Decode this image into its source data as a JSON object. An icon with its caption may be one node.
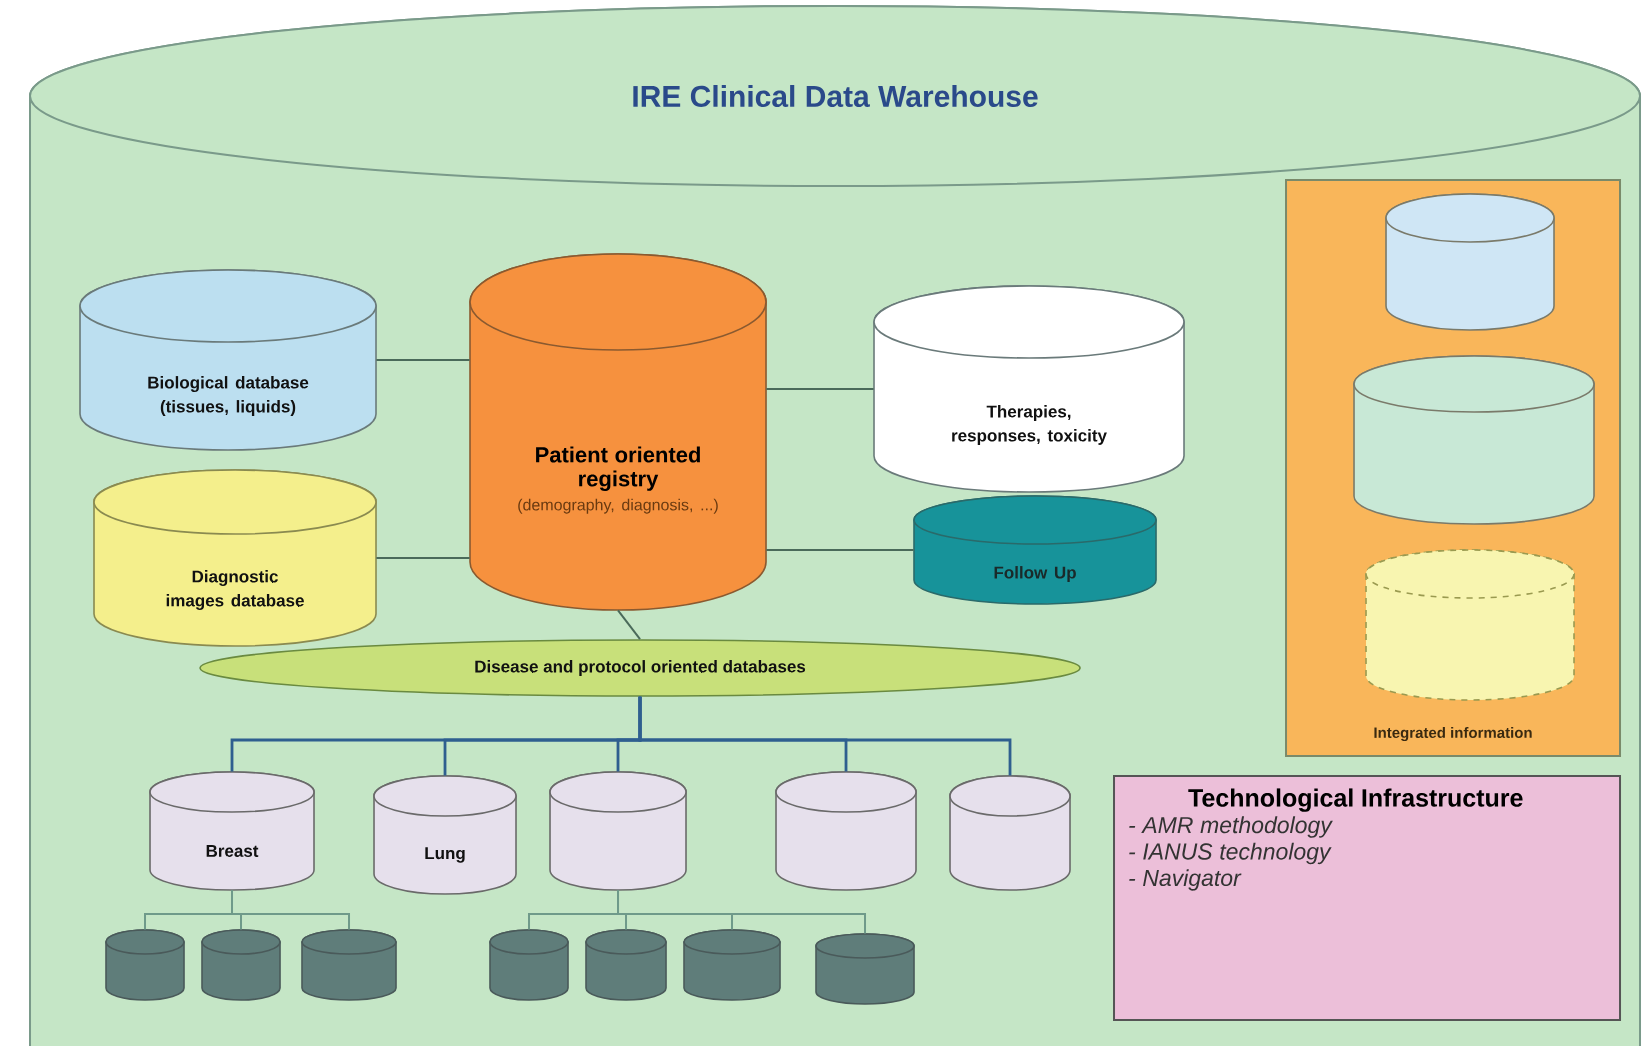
{
  "diagram": {
    "nodes": [
      {
        "text": [
          "IRE Clinical Data Warehouse"
        ]
      },
      {
        "text": [
          "Biological database (tissues, liquids)"
        ],
        "in": 0
      },
      {
        "text": [
          "Patient oriented registry",
          "(demography, diagnosis, ...)"
        ],
        "in": 0
      },
      {
        "text": [
          "Therapies, responses, toxicity"
        ],
        "in": 0
      },
      {
        "text": [
          "Diagnostic images database"
        ],
        "in": 0
      },
      {
        "text": [
          "Follow Up"
        ],
        "in": 0
      },
      {
        "text": [
          "Disease and protocol oriented databases"
        ],
        "in": 0
      },
      {
        "text": [
          "Breast"
        ],
        "in": 0
      },
      {
        "text": [
          "Lung"
        ],
        "in": 0
      },
      {
        "text": [],
        "shape": "cylinder",
        "in": 0
      },
      {
        "text": [],
        "shape": "cylinder",
        "in": 0
      },
      {
        "text": [],
        "shape": "cylinder",
        "in": 0
      },
      {
        "text": [],
        "shape": "cylinder",
        "in": 0
      },
      {
        "text": [],
        "shape": "cylinder",
        "in": 0
      },
      {
        "text": [],
        "shape": "cylinder",
        "in": 0
      },
      {
        "text": [],
        "shape": "cylinder",
        "in": 0
      },
      {
        "text": [],
        "shape": "cylinder",
        "in": 0
      },
      {
        "text": [],
        "shape": "cylinder",
        "in": 0
      },
      {
        "text": [],
        "shape": "cylinder",
        "in": 0
      },
      {
        "text": [
          "Integrated information"
        ],
        "in": 0
      },
      {
        "text": [],
        "shape": "cylinder",
        "in": 19
      },
      {
        "text": [],
        "shape": "cylinder",
        "in": 19
      },
      {
        "text": [],
        "shape": "cylinder",
        "in": 19
      },
      {
        "text": [
          "Technological Infrastructure",
          "- AMR methodology",
          "- IANUS technology",
          "- Navigator"
        ],
        "in": 0
      }
    ],
    "edges": [
      {
        "from": 1,
        "to": 2,
        "arrow": "none"
      },
      {
        "from": 4,
        "to": 2,
        "arrow": "none"
      },
      {
        "from": 2,
        "to": 3,
        "arrow": "none"
      },
      {
        "from": 2,
        "to": 5,
        "arrow": "none"
      },
      {
        "from": 2,
        "to": 6,
        "arrow": "none"
      },
      {
        "from": 6,
        "to": 7,
        "arrow": "none",
        "color": "#2f5f8f"
      },
      {
        "from": 6,
        "to": 8,
        "arrow": "none",
        "color": "#2f5f8f"
      },
      {
        "from": 6,
        "to": 9,
        "arrow": "none",
        "color": "#2f5f8f"
      },
      {
        "from": 6,
        "to": 10,
        "arrow": "none",
        "color": "#2f5f8f"
      },
      {
        "from": 6,
        "to": 11,
        "arrow": "none",
        "color": "#2f5f8f"
      },
      {
        "from": 7,
        "to": 12,
        "arrow": "none",
        "color": "#6f9a8a"
      },
      {
        "from": 7,
        "to": 13,
        "arrow": "none",
        "color": "#6f9a8a"
      },
      {
        "from": 7,
        "to": 14,
        "arrow": "none",
        "color": "#6f9a8a"
      },
      {
        "from": 9,
        "to": 15,
        "arrow": "none",
        "color": "#6f9a8a"
      },
      {
        "from": 9,
        "to": 16,
        "arrow": "none",
        "color": "#6f9a8a"
      },
      {
        "from": 9,
        "to": 17,
        "arrow": "none",
        "color": "#6f9a8a"
      },
      {
        "from": 9,
        "to": 18,
        "arrow": "none",
        "color": "#6f9a8a"
      }
    ]
  }
}
